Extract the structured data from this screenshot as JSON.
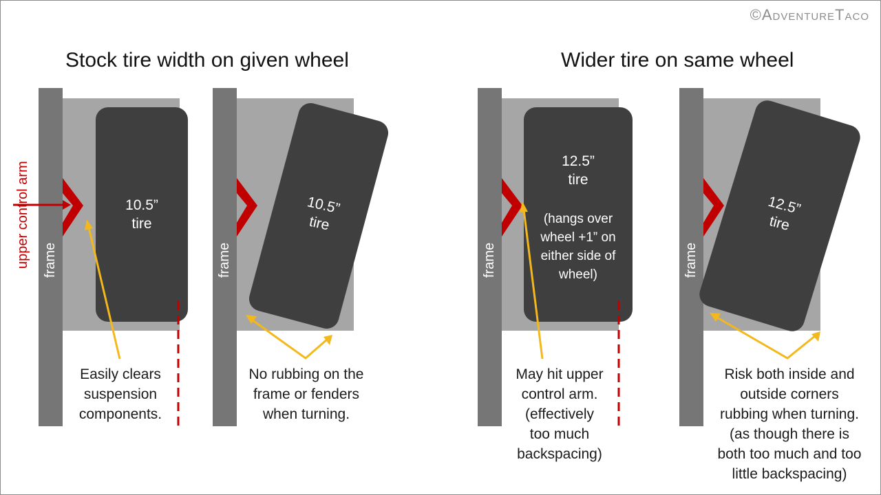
{
  "watermark": "©AdventureTaco",
  "left_panel": {
    "title": "Stock tire width on given wheel",
    "frame_label": "frame",
    "uca_label": "upper control arm",
    "straight": {
      "tire_size": "10.5”",
      "tire_word": "tire",
      "caption": [
        "Easily clears",
        "suspension",
        "components."
      ]
    },
    "turned": {
      "tire_size": "10.5”",
      "tire_word": "tire",
      "caption": [
        "No rubbing on the",
        "frame or fenders",
        "when turning."
      ]
    }
  },
  "right_panel": {
    "title": "Wider tire on same wheel",
    "frame_label": "frame",
    "straight": {
      "tire_size": "12.5”",
      "tire_word": "tire",
      "note": [
        "(hangs over",
        "wheel +1” on",
        "either side of",
        "wheel)"
      ],
      "caption": [
        "May hit upper",
        "control arm.",
        "(effectively",
        "too much",
        "backspacing)"
      ]
    },
    "turned": {
      "tire_size": "12.5”",
      "tire_word": "tire",
      "caption": [
        "Risk both inside and",
        "outside corners",
        "rubbing when turning.",
        "(as though there is",
        "both too much and too",
        "little backspacing)"
      ]
    }
  },
  "colors": {
    "frame": "#767676",
    "wheel_area": "#a6a6a6",
    "tire": "#3f3f3f",
    "control_arm": "#c00000",
    "arrow": "#f2b81c",
    "guide_line": "#c00000"
  }
}
